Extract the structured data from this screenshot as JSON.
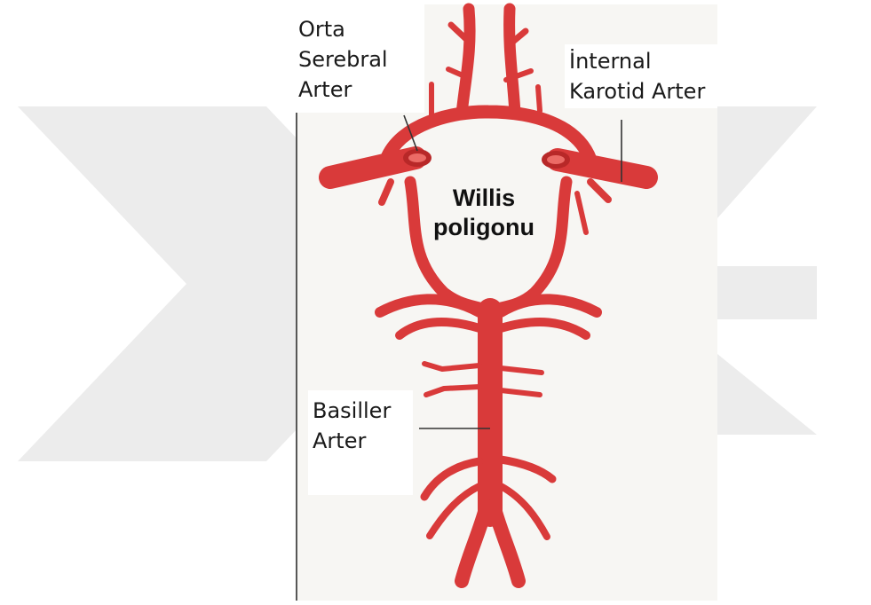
{
  "diagram": {
    "labels": {
      "middle_cerebral": "Orta\nSerebral\nArter",
      "internal_carotid": "İnternal\nKarotid Arter",
      "circle_of_willis": "Willis\npoligonu",
      "basilar": "Basiller\nArter"
    },
    "colors": {
      "artery": "#d93a3a",
      "artery_dark": "#b82828",
      "artery_light": "#ec6b66",
      "panel": "#f7f6f3",
      "watermark": "#ececec",
      "leader": "#333333"
    },
    "icons": [
      "watermark-chevron-left-icon",
      "watermark-chevron-right-icon"
    ]
  }
}
